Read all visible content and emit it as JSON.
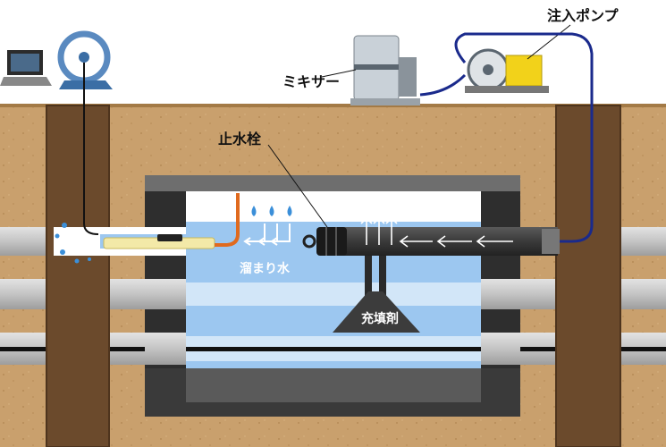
{
  "labels": {
    "injection_pump": "注入ポンプ",
    "mixer": "ミキサー",
    "water_stop_plug": "止水栓",
    "pooled_water": "溜まり水",
    "filler": "充填剤"
  },
  "colors": {
    "soil": "#c9a06d",
    "soil_dark": "#a37a46",
    "manhole_pit": "#6b4a2c",
    "existing_pipe": "#c8c8c8",
    "pooled_water": "#9cc7f0",
    "frame": "#3a3a3a",
    "injection_hose": "#1a2a8c",
    "water_jet": "#3b8fd9",
    "hot_hose": "#e06a1e",
    "pump_yellow": "#f2d21a"
  }
}
